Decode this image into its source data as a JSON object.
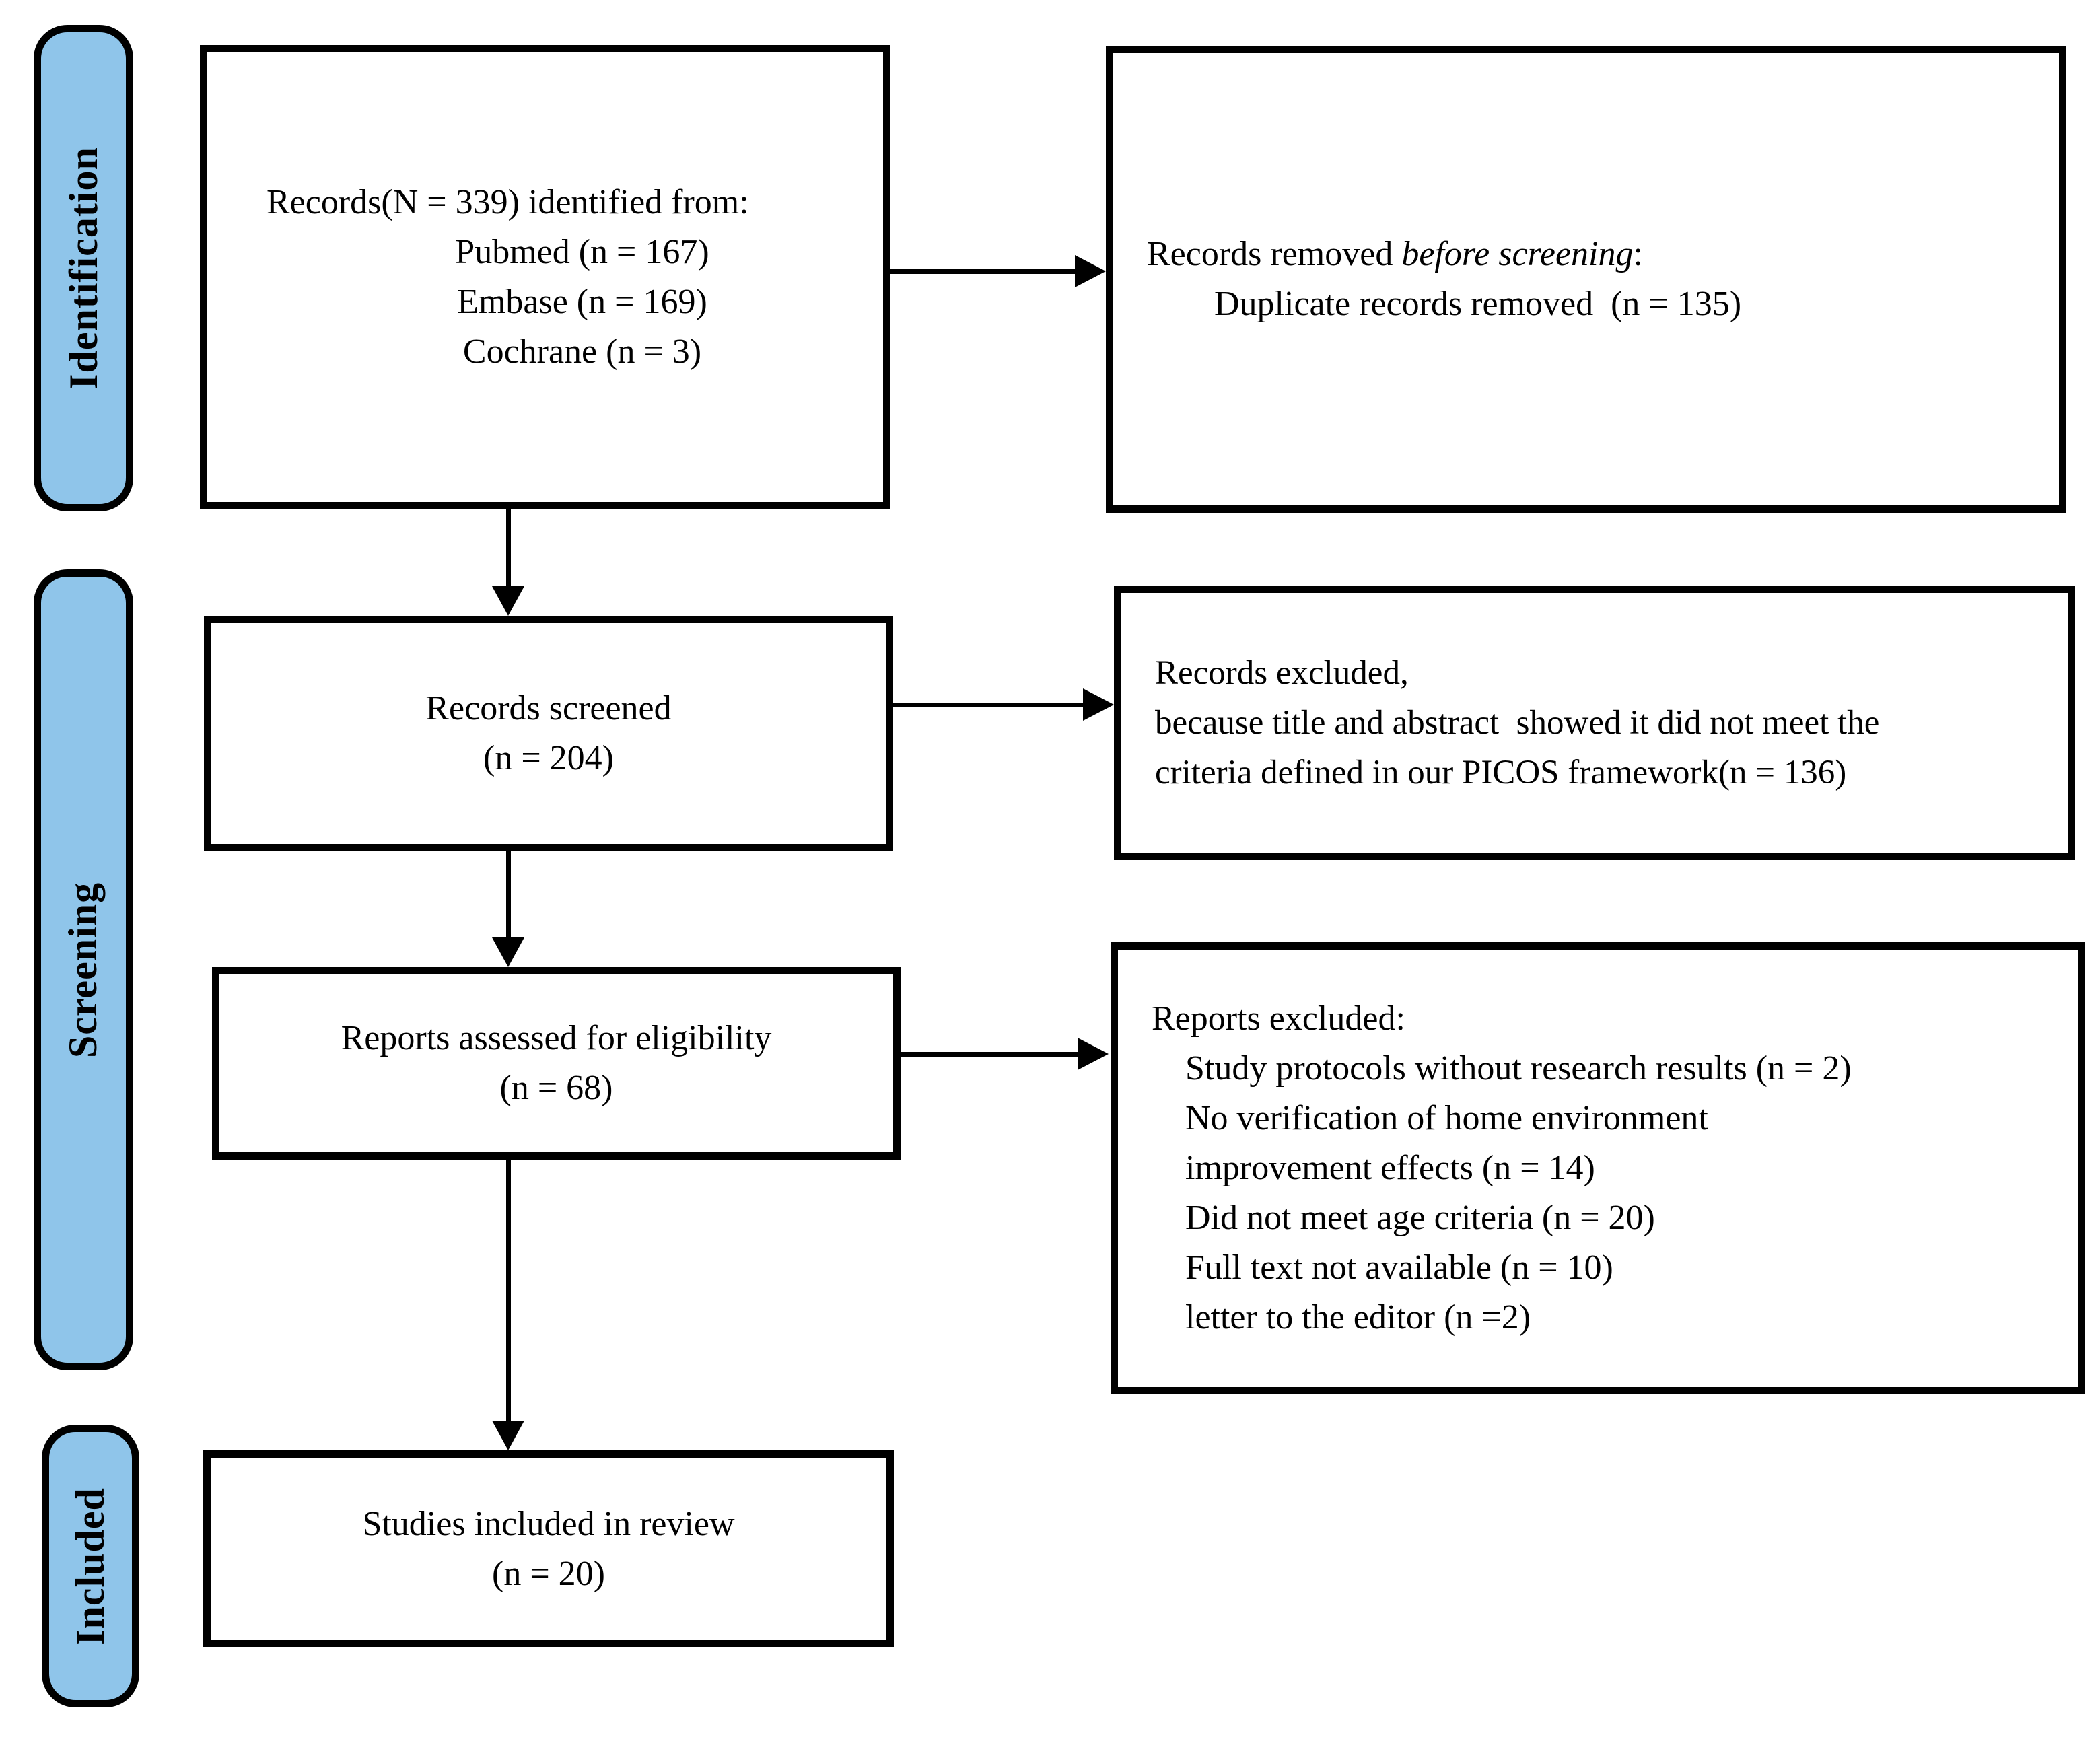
{
  "palette": {
    "stage_fill": "#8FC5EA",
    "line_color": "#000000",
    "background": "#FFFFFF"
  },
  "sidebar": {
    "identification_label": "Identification",
    "screening_label": "Screening",
    "included_label": "Included"
  },
  "boxes": {
    "records_identified": {
      "line1": "Records(N = 339) identified from:",
      "sources": [
        "Pubmed (n = 167)",
        "Embase (n = 169)",
        "Cochrane (n = 3)"
      ]
    },
    "records_removed": {
      "line1_prefix": "Records removed ",
      "line1_italic": "before screening",
      "line1_suffix": ":",
      "line2": "Duplicate records removed  (n = 135)"
    },
    "records_screened": {
      "line1": "Records screened",
      "line2": "(n = 204)"
    },
    "records_excluded": {
      "lines": [
        "Records excluded,",
        "because title and abstract  showed it did not meet the",
        "criteria defined in our PICOS framework(n = 136)"
      ]
    },
    "reports_assessed": {
      "line1": "Reports assessed for eligibility",
      "line2": "(n = 68)"
    },
    "reports_excluded": {
      "heading": "Reports excluded:",
      "items": [
        "Study protocols without research results (n = 2)",
        "No verification of home environment",
        "improvement effects (n = 14)",
        "Did not meet age criteria (n = 20)",
        "Full text not available (n = 10)",
        "letter to the editor (n =2)"
      ]
    },
    "studies_included": {
      "line1": "Studies included in review",
      "line2": "(n = 20)"
    }
  }
}
